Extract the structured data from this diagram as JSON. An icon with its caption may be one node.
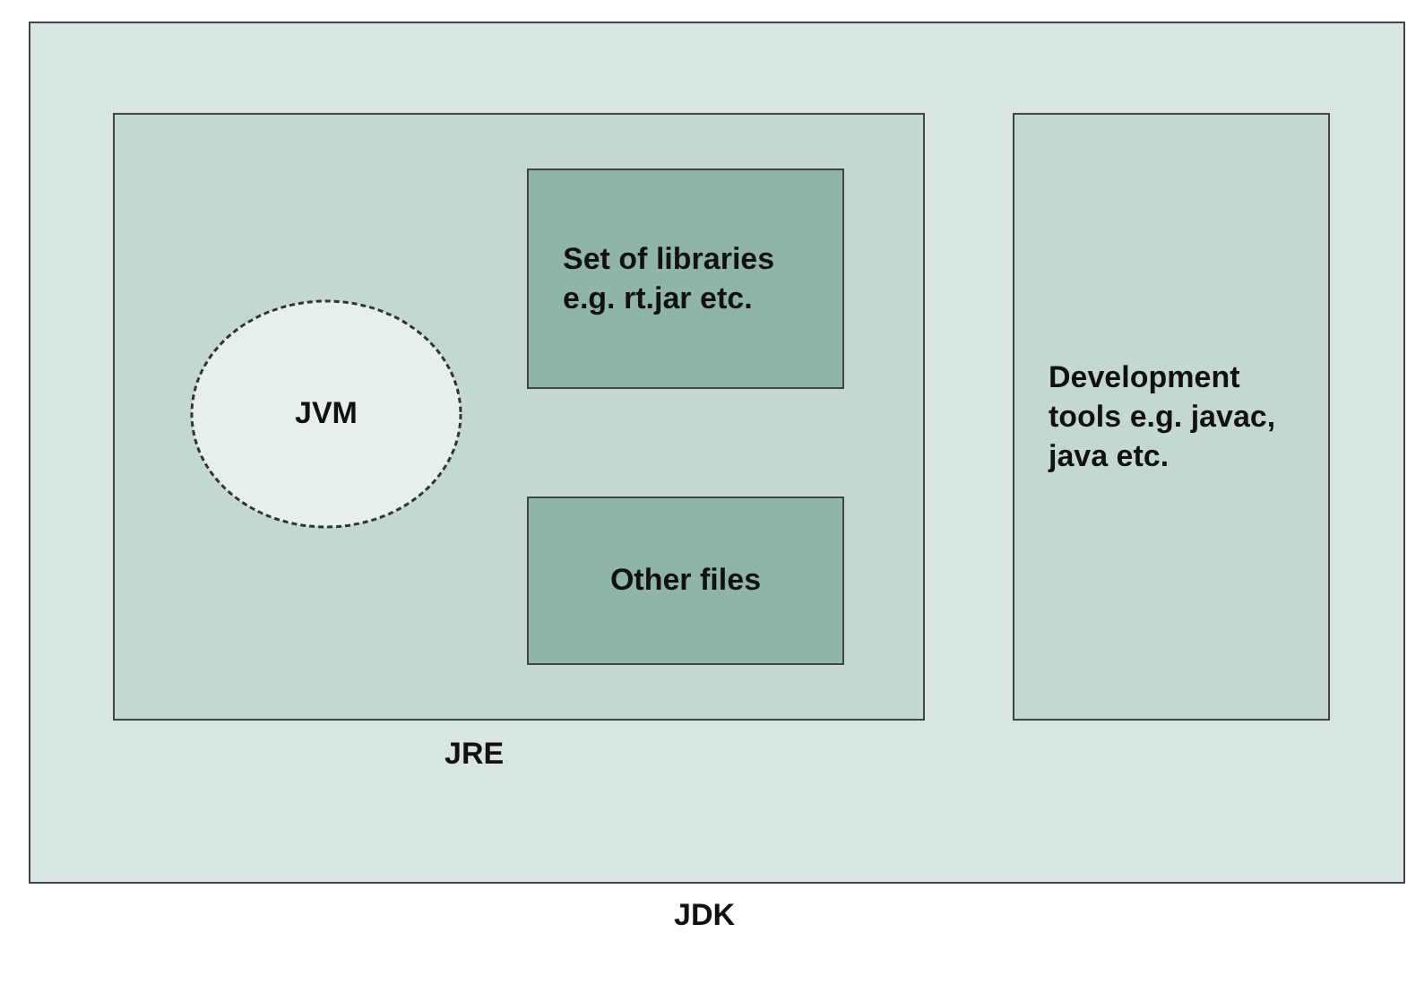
{
  "diagram": {
    "nodes": [
      {
        "text": [
          "JDK"
        ]
      },
      {
        "text": [
          "JRE"
        ],
        "in": 0
      },
      {
        "text": [
          "JVM"
        ],
        "in": 1
      },
      {
        "text": [
          "Set of libraries e.g. rt.jar etc."
        ],
        "in": 1
      },
      {
        "text": [
          "Other files"
        ],
        "in": 1
      },
      {
        "text": [
          "Development tools e.g. javac, java etc."
        ],
        "in": 0
      }
    ],
    "edges": []
  }
}
